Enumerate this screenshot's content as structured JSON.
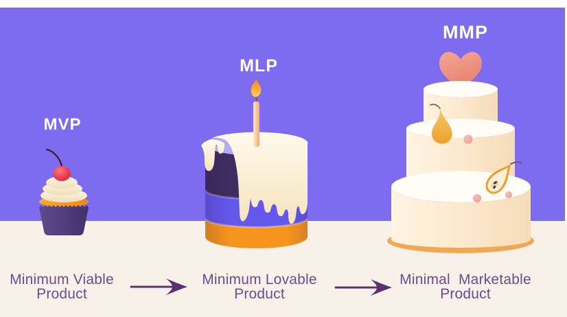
{
  "stages": [
    {
      "acronym": "MVP",
      "caption_line1": "Minimum Viable",
      "caption_line2": "Product",
      "illustration": "cupcake-with-cherry"
    },
    {
      "acronym": "MLP",
      "caption_line1": "Minimum Lovable",
      "caption_line2": "Product",
      "illustration": "layer-cake-with-candle"
    },
    {
      "acronym": "MMP",
      "caption_line1": "Minimal  Marketable",
      "caption_line2": "Product",
      "illustration": "three-tier-cake-with-heart"
    }
  ],
  "arrows": [
    {
      "from": "MVP",
      "to": "MLP"
    },
    {
      "from": "MLP",
      "to": "MMP"
    }
  ],
  "colors": {
    "panel_purple": "#7d6cf0",
    "surface_cream": "#f8f1ea",
    "acronym_text": "#ffffff",
    "caption_text": "#6e4b8a",
    "arrow": "#5a3272",
    "cake_orange": "#f7941d",
    "cake_periwinkle": "#6457ec",
    "cake_dark_purple": "#3f2c60",
    "icing_cream": "#fcf2d9",
    "heart_coral": "#ef9180",
    "cherry_red": "#e93b50"
  }
}
